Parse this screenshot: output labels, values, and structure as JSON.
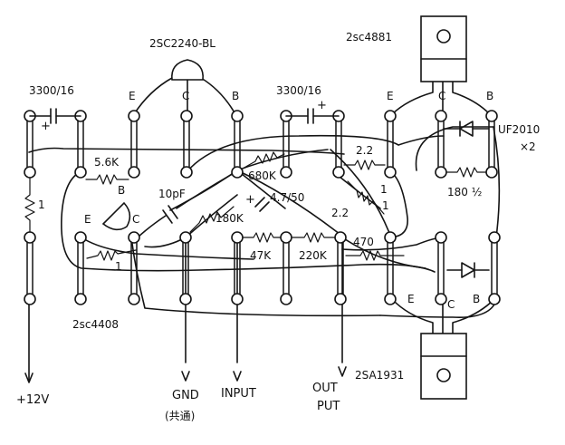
{
  "transistors": {
    "q_2sc2240": {
      "part": "2SC2240-BL",
      "pin_e": "E",
      "pin_c": "C",
      "pin_b": "B"
    },
    "q_2sc4881": {
      "part": "2sc4881",
      "pin_e": "E",
      "pin_c": "C",
      "pin_b": "B"
    },
    "q_2sc4408": {
      "part": "2sc4408",
      "pin_e": "E",
      "pin_c": "C",
      "pin_b": "B"
    },
    "q_2sa1931": {
      "part": "2SA1931",
      "pin_e": "E",
      "pin_c": "C",
      "pin_b": "B"
    }
  },
  "capacitors": {
    "c_left": {
      "value": "3300/16",
      "polarity": "+"
    },
    "c_mid": {
      "value": "3300/16",
      "polarity": "+"
    },
    "c_10pf": {
      "value": "10pF"
    },
    "c_47": {
      "value": "4.7/50",
      "polarity": "+"
    }
  },
  "resistors": {
    "r_1_left": "1",
    "r_5_6k": "5.6K",
    "r_680k": "680K",
    "r_180k": "180K",
    "r_47k": "47K",
    "r_220k": "220K",
    "r_2_2_top": "2.2",
    "r_2_2_bottom": "2.2",
    "r_1_a": "1",
    "r_1_b": "1",
    "r_470": "470",
    "r_180_half": "180 ½",
    "r_1_bottom": "1"
  },
  "diodes": {
    "part": "UF2010",
    "count": "×2"
  },
  "terminals": {
    "vcc": "+12V",
    "gnd": "GND",
    "gnd_note": "(共通)",
    "input": "INPUT",
    "output_line1": "OUT",
    "output_line2": "PUT"
  }
}
